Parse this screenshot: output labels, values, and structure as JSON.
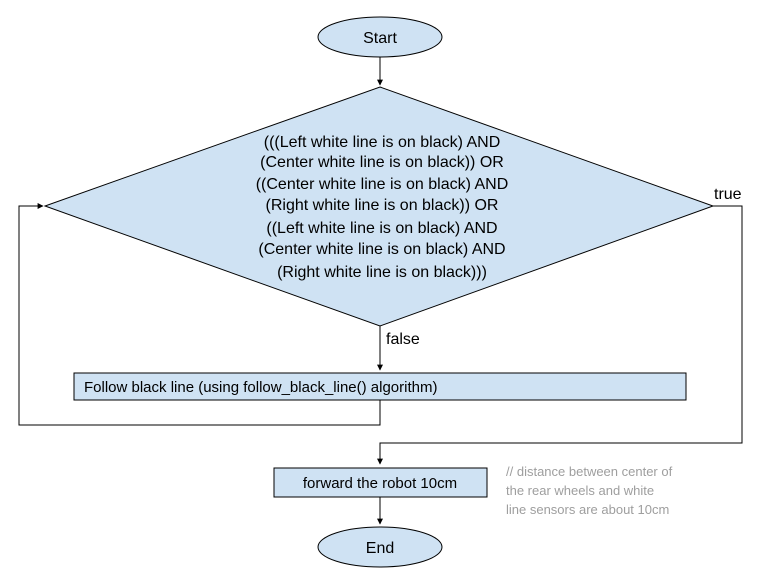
{
  "flowchart": {
    "start_label": "Start",
    "end_label": "End",
    "decision_lines": [
      "(((Left white line is on black) AND",
      "(Center white line is on black)) OR",
      "((Center white line is on black) AND",
      "(Right white line is on black)) OR",
      "((Left white line is on black) AND",
      "(Center white line is on black) AND",
      "(Right white line is on black)))"
    ],
    "true_label": "true",
    "false_label": "false",
    "follow_step": "Follow black line (using follow_black_line() algorithm)",
    "forward_step": "forward the robot 10cm",
    "comment_lines": [
      "// distance between center of",
      "the rear wheels and white",
      "line sensors are about 10cm"
    ]
  }
}
